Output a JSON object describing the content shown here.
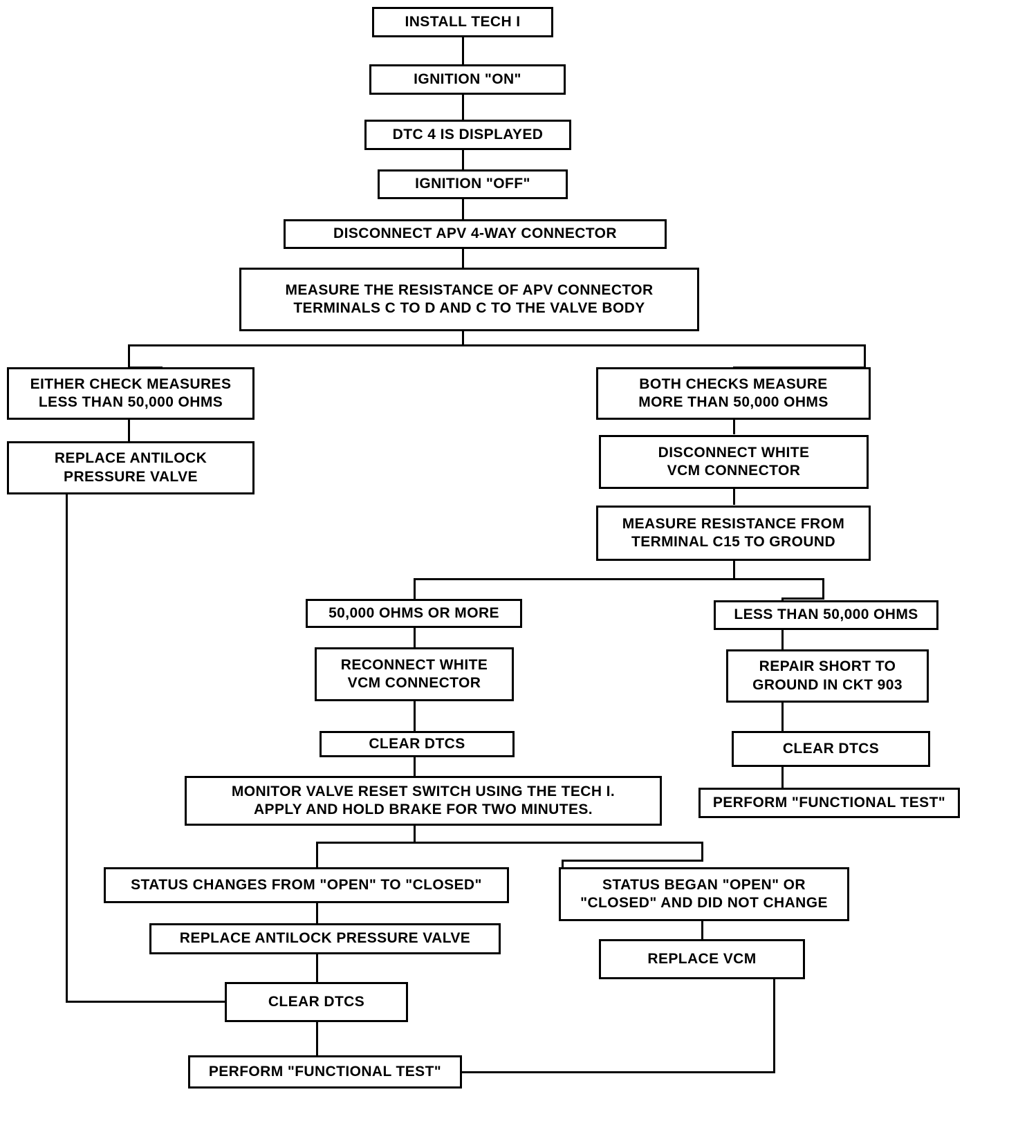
{
  "diagram": {
    "title": "DTC 4 Diagnostic Flowchart",
    "type": "flowchart",
    "line_color": "#000000",
    "box_fill": "#ffffff",
    "text_color": "#000000"
  },
  "nodes": {
    "install_tech": "INSTALL TECH I",
    "ignition_on": "IGNITION \"ON\"",
    "dtc_displayed": "DTC 4 IS DISPLAYED",
    "ignition_off": "IGNITION \"OFF\"",
    "disconnect_apv": "DISCONNECT  APV 4-WAY CONNECTOR",
    "measure_resistance_apv": "MEASURE THE RESISTANCE OF APV CONNECTOR\nTERMINALS C TO D AND C TO THE VALVE BODY",
    "either_check_less": "EITHER CHECK MEASURES\nLESS THAN 50,000 OHMS",
    "replace_apv_left": "REPLACE ANTILOCK\nPRESSURE VALVE",
    "both_checks_more": "BOTH CHECKS MEASURE\nMORE THAN 50,000 OHMS",
    "disconnect_white_vcm": "DISCONNECT WHITE\nVCM CONNECTOR",
    "measure_c15": "MEASURE RESISTANCE FROM\nTERMINAL C15 TO GROUND",
    "ohms_or_more": "50,000 OHMS OR MORE",
    "less_than_ohms": "LESS THAN 50,000 OHMS",
    "reconnect_white_vcm": "RECONNECT WHITE\nVCM CONNECTOR",
    "repair_short": "REPAIR SHORT TO\nGROUND IN CKT 903",
    "clear_dtcs_mid": "CLEAR DTCS",
    "clear_dtcs_right": "CLEAR DTCS",
    "perform_test_right": "PERFORM \"FUNCTIONAL TEST\"",
    "monitor_valve": "MONITOR VALVE RESET SWITCH USING THE TECH I.\nAPPLY AND HOLD BRAKE FOR TWO MINUTES.",
    "status_changes": "STATUS CHANGES FROM \"OPEN\" TO \"CLOSED\"",
    "status_began": "STATUS BEGAN \"OPEN\" OR\n\"CLOSED\" AND DID NOT CHANGE",
    "replace_apv_bottom": "REPLACE ANTILOCK PRESSURE VALVE",
    "replace_vcm": "REPLACE VCM",
    "clear_dtcs_bottom": "CLEAR DTCS",
    "perform_test_bottom": "PERFORM \"FUNCTIONAL TEST\""
  }
}
